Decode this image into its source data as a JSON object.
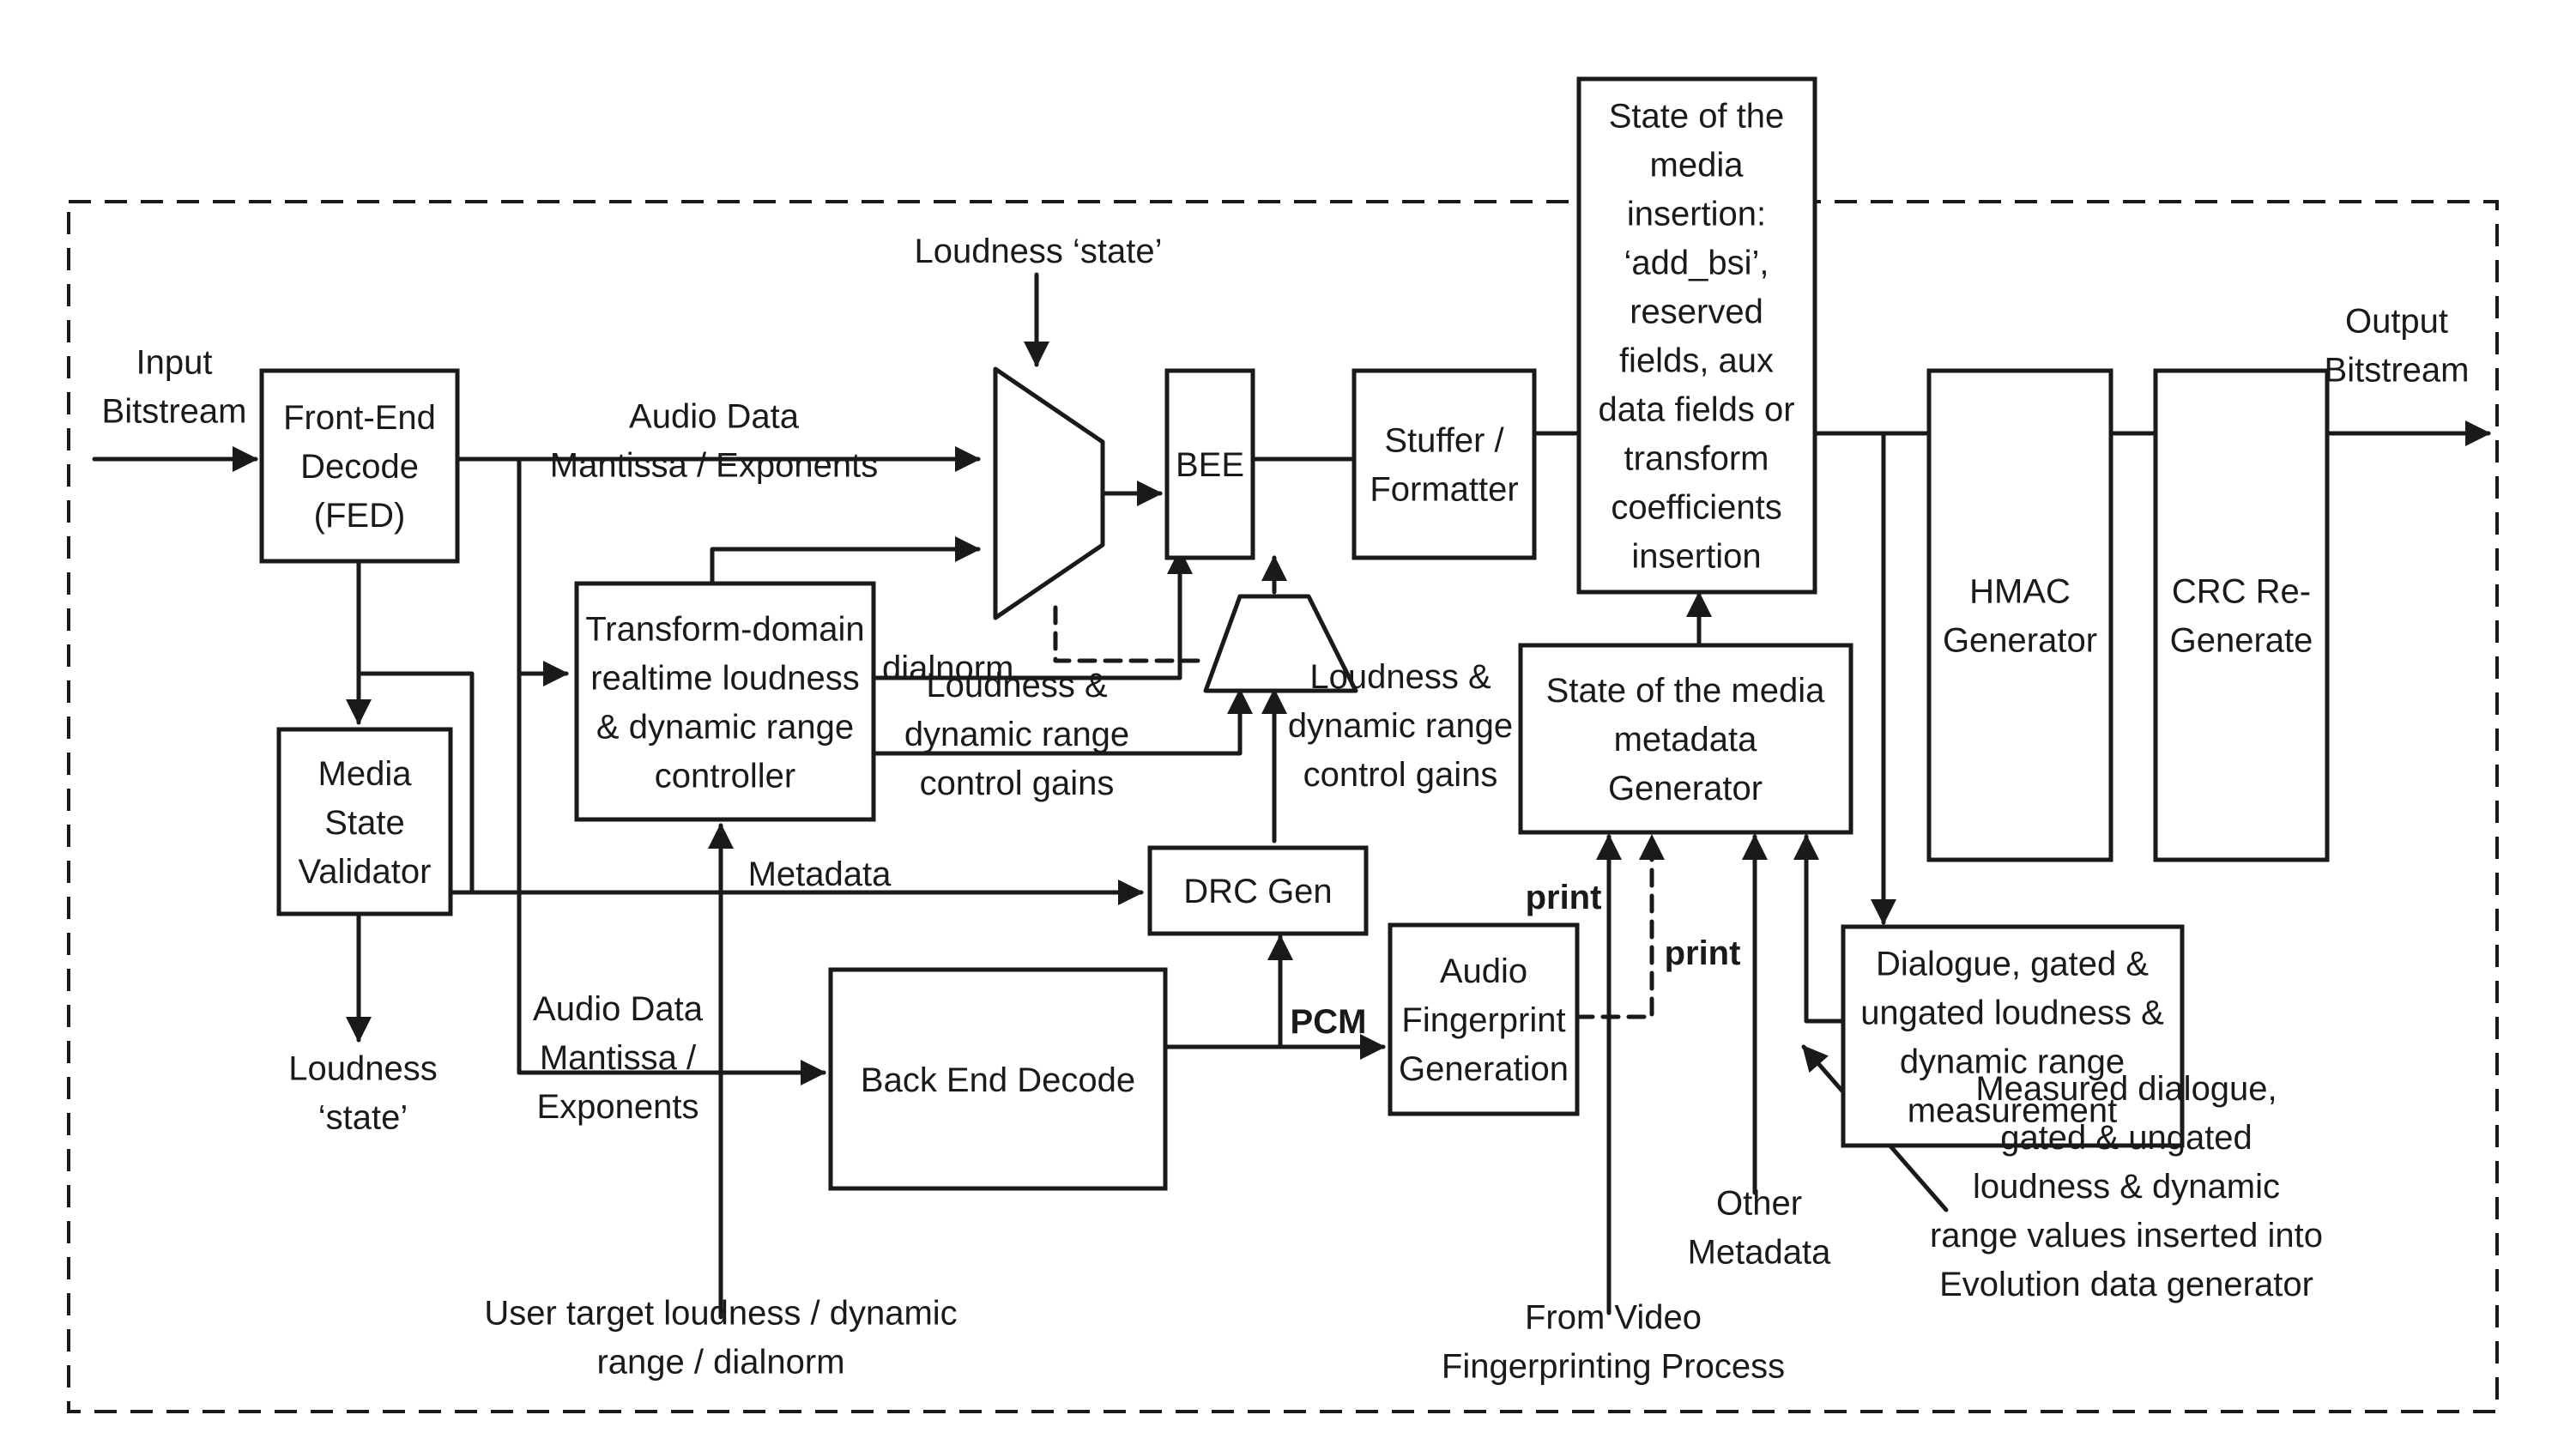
{
  "diagram": {
    "colors": {
      "ink": "#1a1a1a",
      "background": "#ffffff"
    },
    "blocks": {
      "fed": [
        "Front-End",
        "Decode",
        "(FED)"
      ],
      "bee": [
        "BEE"
      ],
      "stuffer": [
        "Stuffer /",
        "Formatter"
      ],
      "insertion": [
        "State of the",
        "media",
        "insertion:",
        "‘add_bsi’,",
        "reserved",
        "fields, aux",
        "data fields or",
        "transform",
        "coefficients",
        "insertion"
      ],
      "hmac": [
        "HMAC",
        "Generator"
      ],
      "crc": [
        "CRC Re-",
        "Generate"
      ],
      "validator": [
        "Media",
        "State",
        "Validator"
      ],
      "controller": [
        "Transform-domain",
        "realtime loudness",
        "& dynamic range",
        "controller"
      ],
      "drc": [
        "DRC Gen"
      ],
      "backend": [
        "Back End Decode"
      ],
      "fingerprint": [
        "Audio",
        "Fingerprint",
        "Generation"
      ],
      "smgen": [
        "State of the media",
        "metadata",
        "Generator"
      ],
      "measurement": [
        "Dialogue, gated &",
        "ungated loudness &",
        "dynamic range",
        "measurement"
      ]
    },
    "labels": {
      "input": [
        "Input",
        "Bitstream"
      ],
      "output": [
        "Output",
        "Bitstream"
      ],
      "loudness_state_top": [
        "Loudness ‘state’"
      ],
      "audio_top": [
        "Audio Data",
        "Mantissa / Exponents"
      ],
      "dialnorm": [
        "dialnorm"
      ],
      "gains_left": [
        "Loudness &",
        "dynamic range",
        "control gains"
      ],
      "gains_right": [
        "Loudness &",
        "dynamic range",
        "control gains"
      ],
      "metadata": [
        "Metadata"
      ],
      "audio_bottom": [
        "Audio Data",
        "Mantissa /",
        "Exponents"
      ],
      "loudness_state_bottom": [
        "Loudness",
        "‘state’"
      ],
      "pcm": [
        "PCM"
      ],
      "print_left": [
        "print"
      ],
      "print_right": [
        "print"
      ],
      "user_target": [
        "User target loudness / dynamic",
        "range / dialnorm"
      ],
      "from_video": [
        "From Video",
        "Fingerprinting Process"
      ],
      "other_metadata": [
        "Other",
        "Metadata"
      ],
      "measured": [
        "Measured dialogue,",
        "gated & ungated",
        "loudness & dynamic",
        "range values inserted into",
        "Evolution data generator"
      ]
    }
  }
}
